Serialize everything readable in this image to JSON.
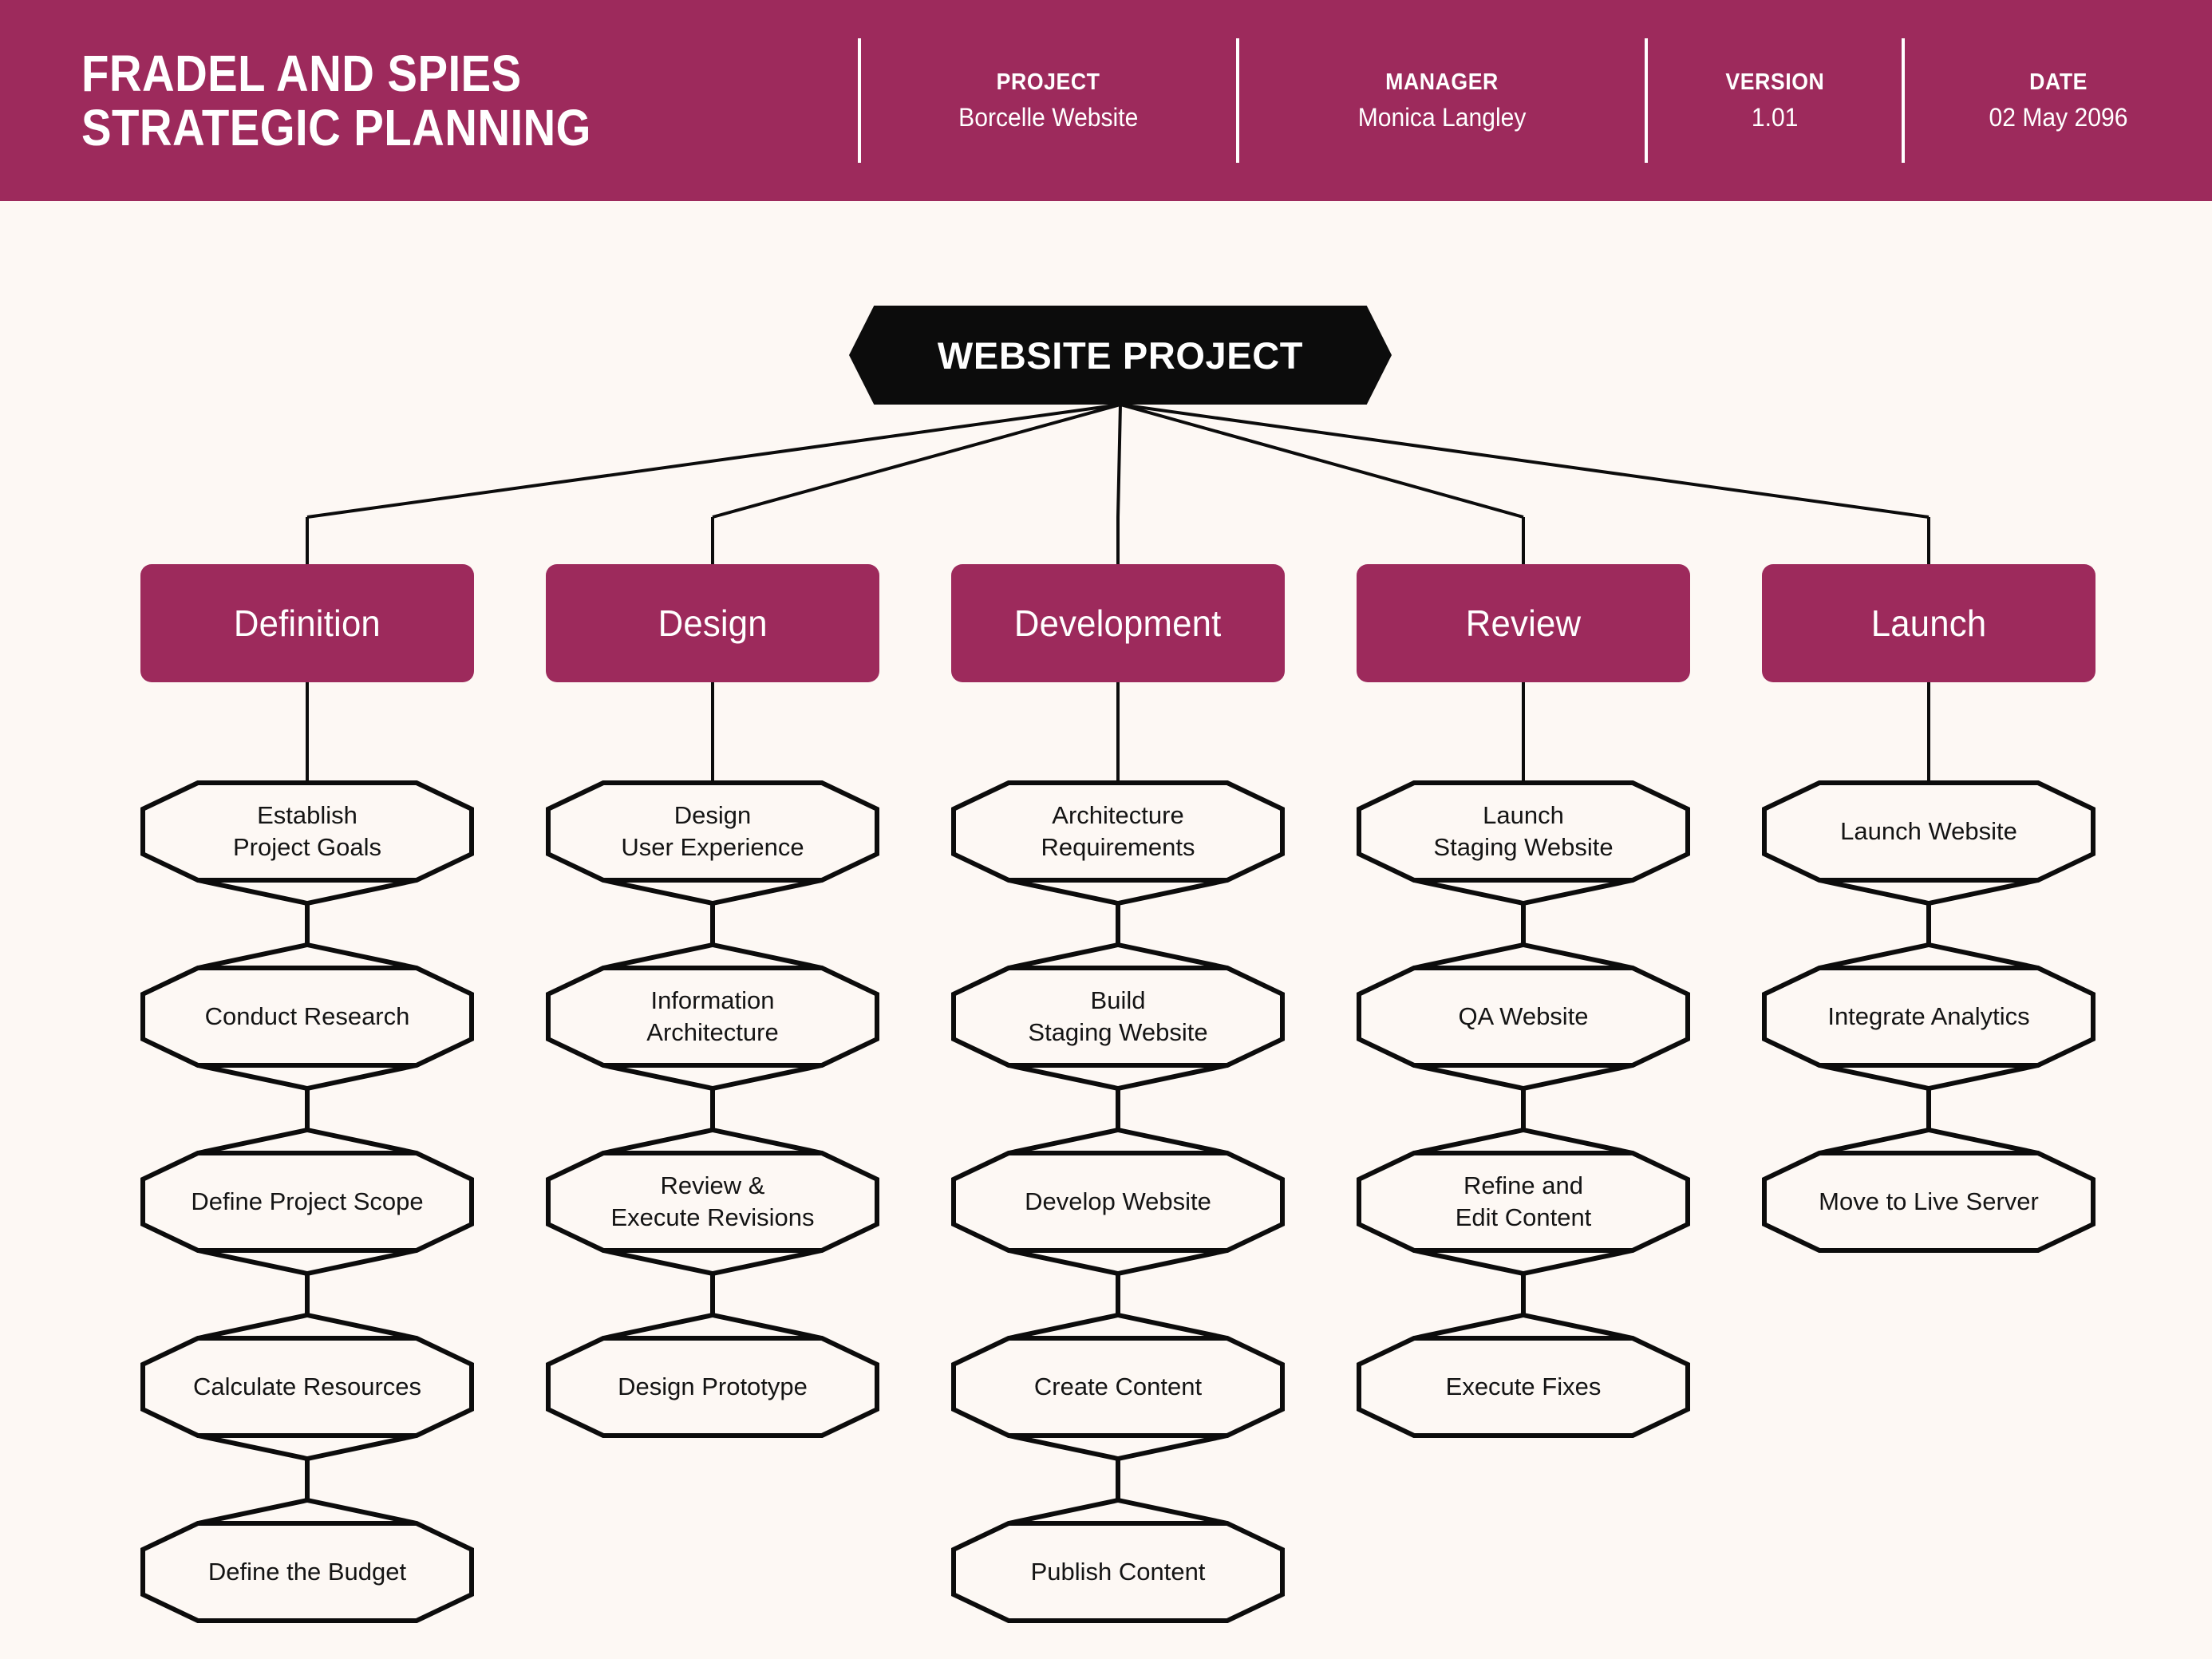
{
  "theme": {
    "accent": "#9D2A5C",
    "background": "#FDF8F4",
    "node_outline": "#0C0C0C",
    "root_fill": "#0C0C0C",
    "header_text": "#FFFFFF"
  },
  "header": {
    "title_line1": "FRADEL AND SPIES",
    "title_line2": "STRATEGIC PLANNING",
    "meta": [
      {
        "label": "PROJECT",
        "value": "Borcelle Website"
      },
      {
        "label": "MANAGER",
        "value": "Monica Langley"
      },
      {
        "label": "VERSION",
        "value": "1.01"
      },
      {
        "label": "DATE",
        "value": "02 May 2096"
      }
    ]
  },
  "chart_data": {
    "type": "diagram",
    "diagram_type": "work-breakdown-structure",
    "title": "Website Project",
    "root": "WEBSITE PROJECT",
    "branches": [
      {
        "name": "Definition",
        "steps": [
          "Establish\nProject Goals",
          "Conduct Research",
          "Define Project Scope",
          "Calculate Resources",
          "Define the Budget"
        ]
      },
      {
        "name": "Design",
        "steps": [
          "Design\nUser Experience",
          "Information\nArchitecture",
          "Review &\nExecute Revisions",
          "Design Prototype"
        ]
      },
      {
        "name": "Development",
        "steps": [
          "Architecture\nRequirements",
          "Build\nStaging Website",
          "Develop Website",
          "Create Content",
          "Publish Content"
        ]
      },
      {
        "name": "Review",
        "steps": [
          "Launch\nStaging Website",
          "QA Website",
          "Refine and\nEdit Content",
          "Execute Fixes"
        ]
      },
      {
        "name": "Launch",
        "steps": [
          "Launch Website",
          "Integrate Analytics",
          "Move to Live Server"
        ]
      }
    ]
  }
}
